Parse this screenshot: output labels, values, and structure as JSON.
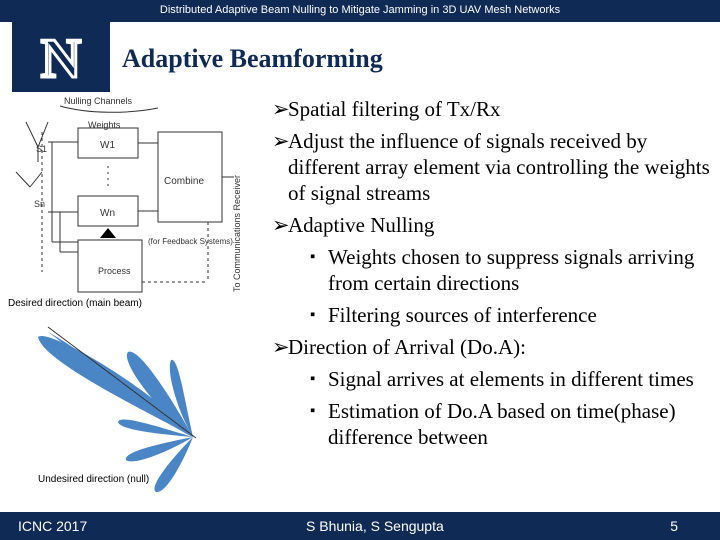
{
  "header": {
    "title": "Distributed Adaptive Beam Nulling to Mitigate Jamming in 3D UAV Mesh Networks"
  },
  "logo": {
    "letter": "N"
  },
  "slide": {
    "title": "Adaptive Beamforming"
  },
  "bullets": [
    {
      "level": 1,
      "text": "Spatial filtering of Tx/Rx"
    },
    {
      "level": 1,
      "text": "Adjust the influence of signals received by different array element via controlling the weights of signal streams"
    },
    {
      "level": 1,
      "text": "Adaptive Nulling"
    },
    {
      "level": 2,
      "text": "Weights chosen to suppress signals arriving from certain directions"
    },
    {
      "level": 2,
      "text": "Filtering sources of interference"
    },
    {
      "level": 1,
      "text": "Direction of Arrival (Do.A):"
    },
    {
      "level": 2,
      "text": "Signal arrives at elements in different times"
    },
    {
      "level": 2,
      "text": "Estimation of Do.A based on time(phase) difference between"
    }
  ],
  "diagram": {
    "nulling_channels": "Nulling Channels",
    "weights": "Weights",
    "s1": "S1",
    "sn": "Sn",
    "w1": "W1",
    "wn": "Wn",
    "combine": "Combine",
    "feedback": "(for Feedback Systems)",
    "process": "Process",
    "receiver": "To Communications Receiver"
  },
  "pattern": {
    "desired": "Desired direction (main beam)",
    "undesired": "Undesired direction (null)"
  },
  "footer": {
    "left": "ICNC 2017",
    "center": "S Bhunia, S Sengupta",
    "page": "5"
  },
  "colors": {
    "navy": "#0f2a55",
    "beam": "#4a86c6"
  }
}
